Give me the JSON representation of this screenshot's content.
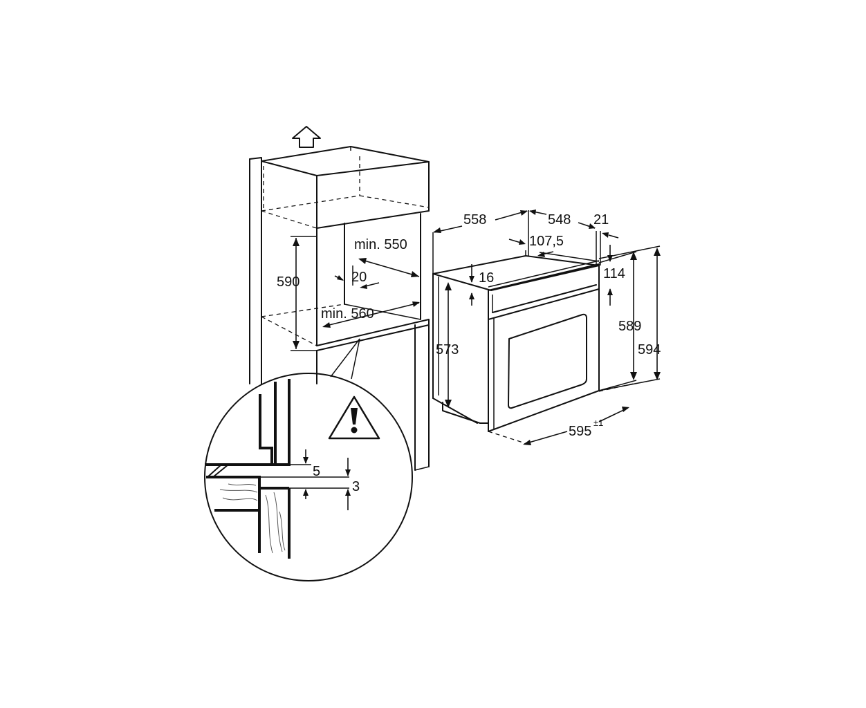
{
  "colors": {
    "line": "#111111",
    "background": "#ffffff",
    "wood_grain": "#555555"
  },
  "icons": {
    "vent": "up-arrow-icon",
    "warning": "warning-triangle-icon"
  },
  "labels": {
    "niche_depth": "min. 550",
    "niche_height": "590",
    "niche_gap": "20",
    "niche_width": "min. 560",
    "oven_total_depth": "558",
    "oven_body_depth": "548",
    "oven_front_thickness": "21",
    "oven_top_offset": "107,5",
    "oven_top_gap": "16",
    "oven_panel_height": "114",
    "oven_body_height": "573",
    "oven_front_height": "589",
    "oven_total_height": "594",
    "oven_width": "595",
    "oven_width_tol": "±1",
    "detail_gap_top": "5",
    "detail_gap_bottom": "3"
  }
}
